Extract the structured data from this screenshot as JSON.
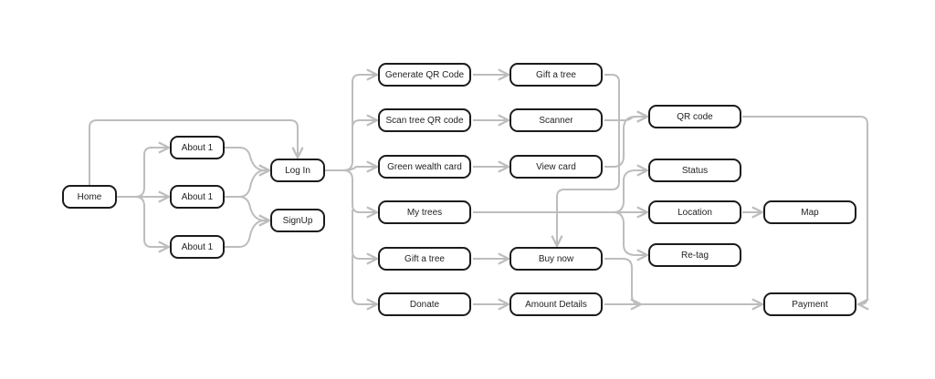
{
  "colors": {
    "edge": "#bdbdbd",
    "node_border": "#1b1b1b",
    "text": "#222222"
  },
  "nodes": {
    "home": "Home",
    "about_1": "About 1",
    "about_2": "About 1",
    "about_3": "About 1",
    "login": "Log In",
    "signup": "SignUp",
    "generate_qr": "Generate QR Code",
    "scan_qr": "Scan tree QR code",
    "green_card": "Green wealth card",
    "my_trees": "My trees",
    "gift_tree": "Gift a tree",
    "donate": "Donate",
    "gift_tree_2": "Gift a tree",
    "scanner": "Scanner",
    "view_card": "View card",
    "buy_now": "Buy now",
    "amount_details": "Amount Details",
    "qr_code": "QR code",
    "status": "Status",
    "location": "Location",
    "retag": "Re-tag",
    "map": "Map",
    "payment": "Payment"
  }
}
